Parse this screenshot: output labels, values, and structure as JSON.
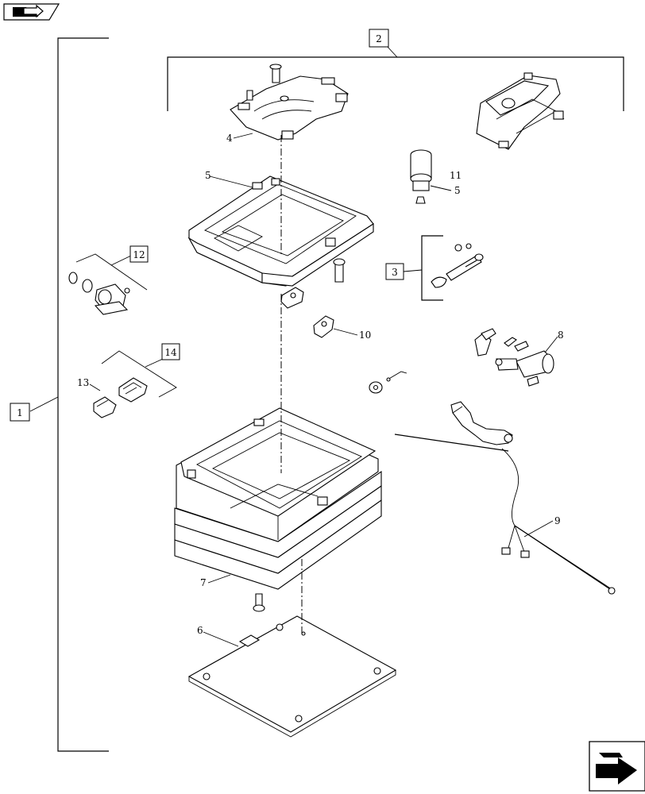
{
  "icons": {
    "top_nav": "book-arrow-icon",
    "bottom_nav": "next-page-arrow-icon"
  },
  "callouts": {
    "c1": "1",
    "c2": "2",
    "c3": "3",
    "c4": "4",
    "c5a": "5",
    "c5b": "5",
    "c6": "6",
    "c7": "7",
    "c8": "8",
    "c9": "9",
    "c10": "10",
    "c11": "11",
    "c12": "12",
    "c13": "13",
    "c14": "14"
  }
}
